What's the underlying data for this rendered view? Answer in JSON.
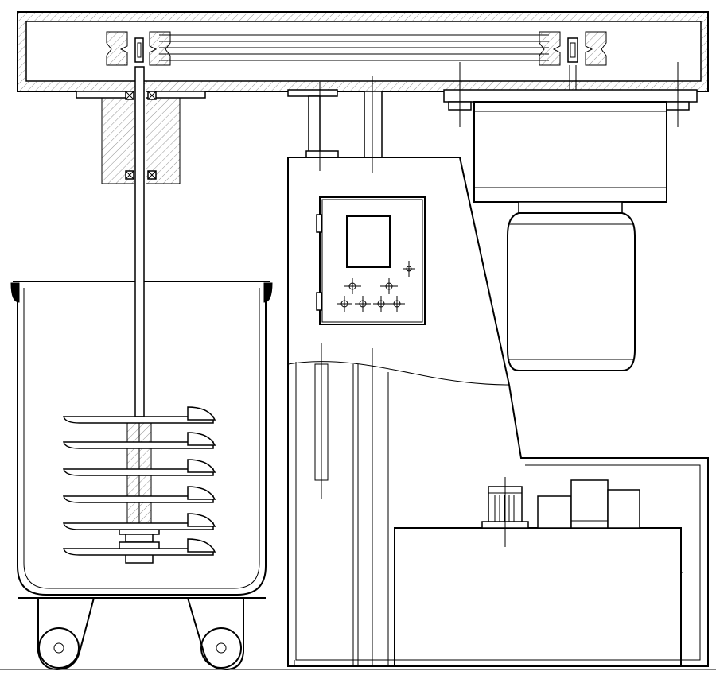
{
  "drawing": {
    "components": [
      "top-beam",
      "belt-pulley-left",
      "belt-pulley-right",
      "bearing-housing",
      "agitator-shaft",
      "mixing-tank",
      "tank-trolley",
      "impeller-stack",
      "lifting-column",
      "control-panel",
      "drive-motor",
      "base-cabinet",
      "hydraulic-pump-unit"
    ],
    "control_panel": {
      "indicator_lights": 7,
      "display_screens": 1,
      "hinges": 2
    },
    "impeller": {
      "paddle_rows": 6
    },
    "trolley": {
      "wheels": 2
    }
  }
}
